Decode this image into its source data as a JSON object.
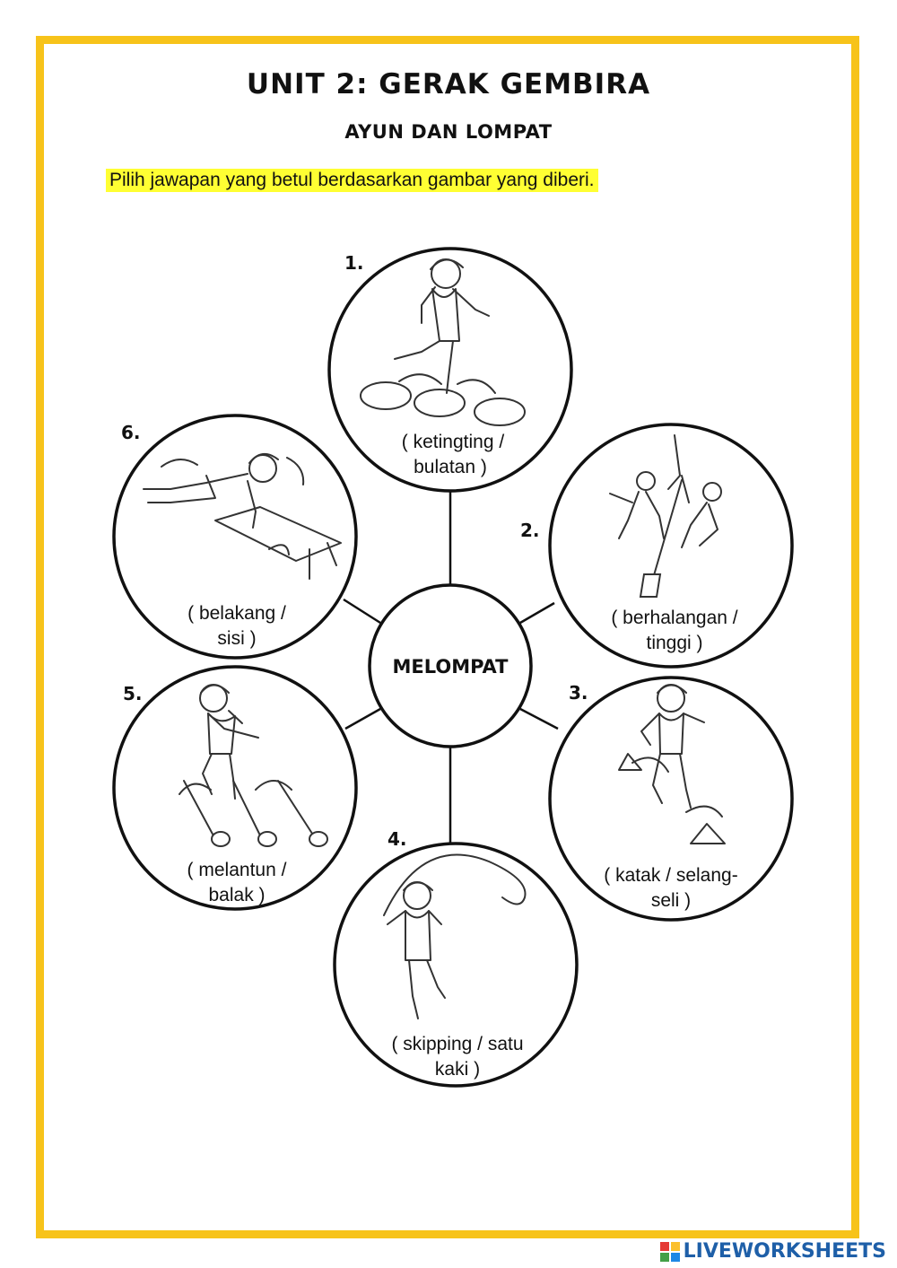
{
  "title": "UNIT 2: GERAK GEMBIRA",
  "subtitle": "AYUN DAN LOMPAT",
  "instruction": "Pilih jawapan yang betul berdasarkan gambar yang diberi.",
  "center_label": "MELOMPAT",
  "items": [
    {
      "number": "1.",
      "line1": "( ketingting /",
      "line2": "bulatan )"
    },
    {
      "number": "2.",
      "line1": "( berhalangan /",
      "line2": "tinggi )"
    },
    {
      "number": "3.",
      "line1": "( katak / selang-",
      "line2": "seli )"
    },
    {
      "number": "4.",
      "line1": "( skipping / satu",
      "line2": "kaki )"
    },
    {
      "number": "5.",
      "line1": "( melantun /",
      "line2": "balak )"
    },
    {
      "number": "6.",
      "line1": "( belakang /",
      "line2": "sisi )"
    }
  ],
  "footer": {
    "brand": "LIVEWORKSHEETS",
    "logo_icon": "liveworksheets-logo-icon"
  },
  "colors": {
    "frame": "#f7c31a",
    "highlight": "#ffff33",
    "brand": "#1e5fa8"
  }
}
